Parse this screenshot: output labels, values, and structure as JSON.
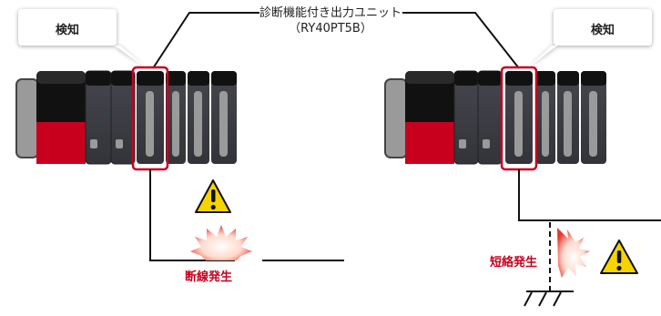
{
  "callout": {
    "title_line1": "診断機能付き出力ユニット",
    "title_line2": "（RY40PT5B）"
  },
  "left": {
    "detect_label": "検知",
    "fault_label": "断線発生"
  },
  "right": {
    "detect_label": "検知",
    "fault_label": "短絡発生"
  },
  "colors": {
    "highlight": "#c8001e",
    "module_dark": "#3c3c44",
    "module_black": "#111111",
    "warning_yellow": "#f5d400",
    "burst": "#e8392f"
  },
  "icons": [
    "warning-icon",
    "burst-icon",
    "ground-symbol-icon"
  ]
}
